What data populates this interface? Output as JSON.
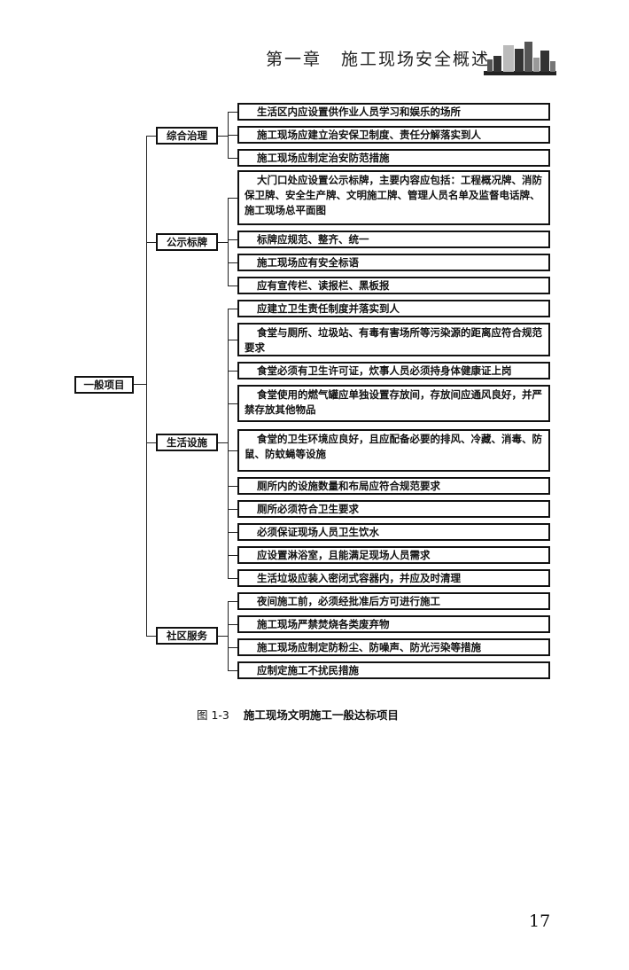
{
  "header": {
    "chapter": "第一章",
    "title": "施工现场安全概述",
    "decoration": "city-skyline-icon"
  },
  "diagram": {
    "root": "一般项目",
    "groups": [
      {
        "label": "综合治理",
        "items": [
          "生活区内应设置供作业人员学习和娱乐的场所",
          "施工现场应建立治安保卫制度、责任分解落实到人",
          "施工现场应制定治安防范措施"
        ]
      },
      {
        "label": "公示标牌",
        "items": [
          "大门口处应设置公示标牌，主要内容应包括：工程概况牌、消防保卫牌、安全生产牌、文明施工牌、管理人员名单及监督电话牌、施工现场总平面图",
          "标牌应规范、整齐、统一",
          "施工现场应有安全标语",
          "应有宣传栏、读报栏、黑板报"
        ]
      },
      {
        "label": "生活设施",
        "items": [
          "应建立卫生责任制度并落实到人",
          "食堂与厕所、垃圾站、有毒有害场所等污染源的距离应符合规范要求",
          "食堂必须有卫生许可证，炊事人员必须持身体健康证上岗",
          "食堂使用的燃气罐应单独设置存放间，存放间应通风良好，并严禁存放其他物品",
          "食堂的卫生环境应良好，且应配备必要的排风、冷藏、消毒、防鼠、防蚊蝇等设施",
          "厕所内的设施数量和布局应符合规范要求",
          "厕所必须符合卫生要求",
          "必须保证现场人员卫生饮水",
          "应设置淋浴室，且能满足现场人员需求",
          "生活垃圾应装入密闭式容器内，并应及时清理"
        ]
      },
      {
        "label": "社区服务",
        "items": [
          "夜间施工前，必须经批准后方可进行施工",
          "施工现场严禁焚烧各类废弃物",
          "施工现场应制定防粉尘、防噪声、防光污染等措施",
          "应制定施工不扰民措施"
        ]
      }
    ]
  },
  "caption": {
    "number": "图 1-3",
    "text": "施工现场文明施工一般达标项目"
  },
  "page_number": "17"
}
